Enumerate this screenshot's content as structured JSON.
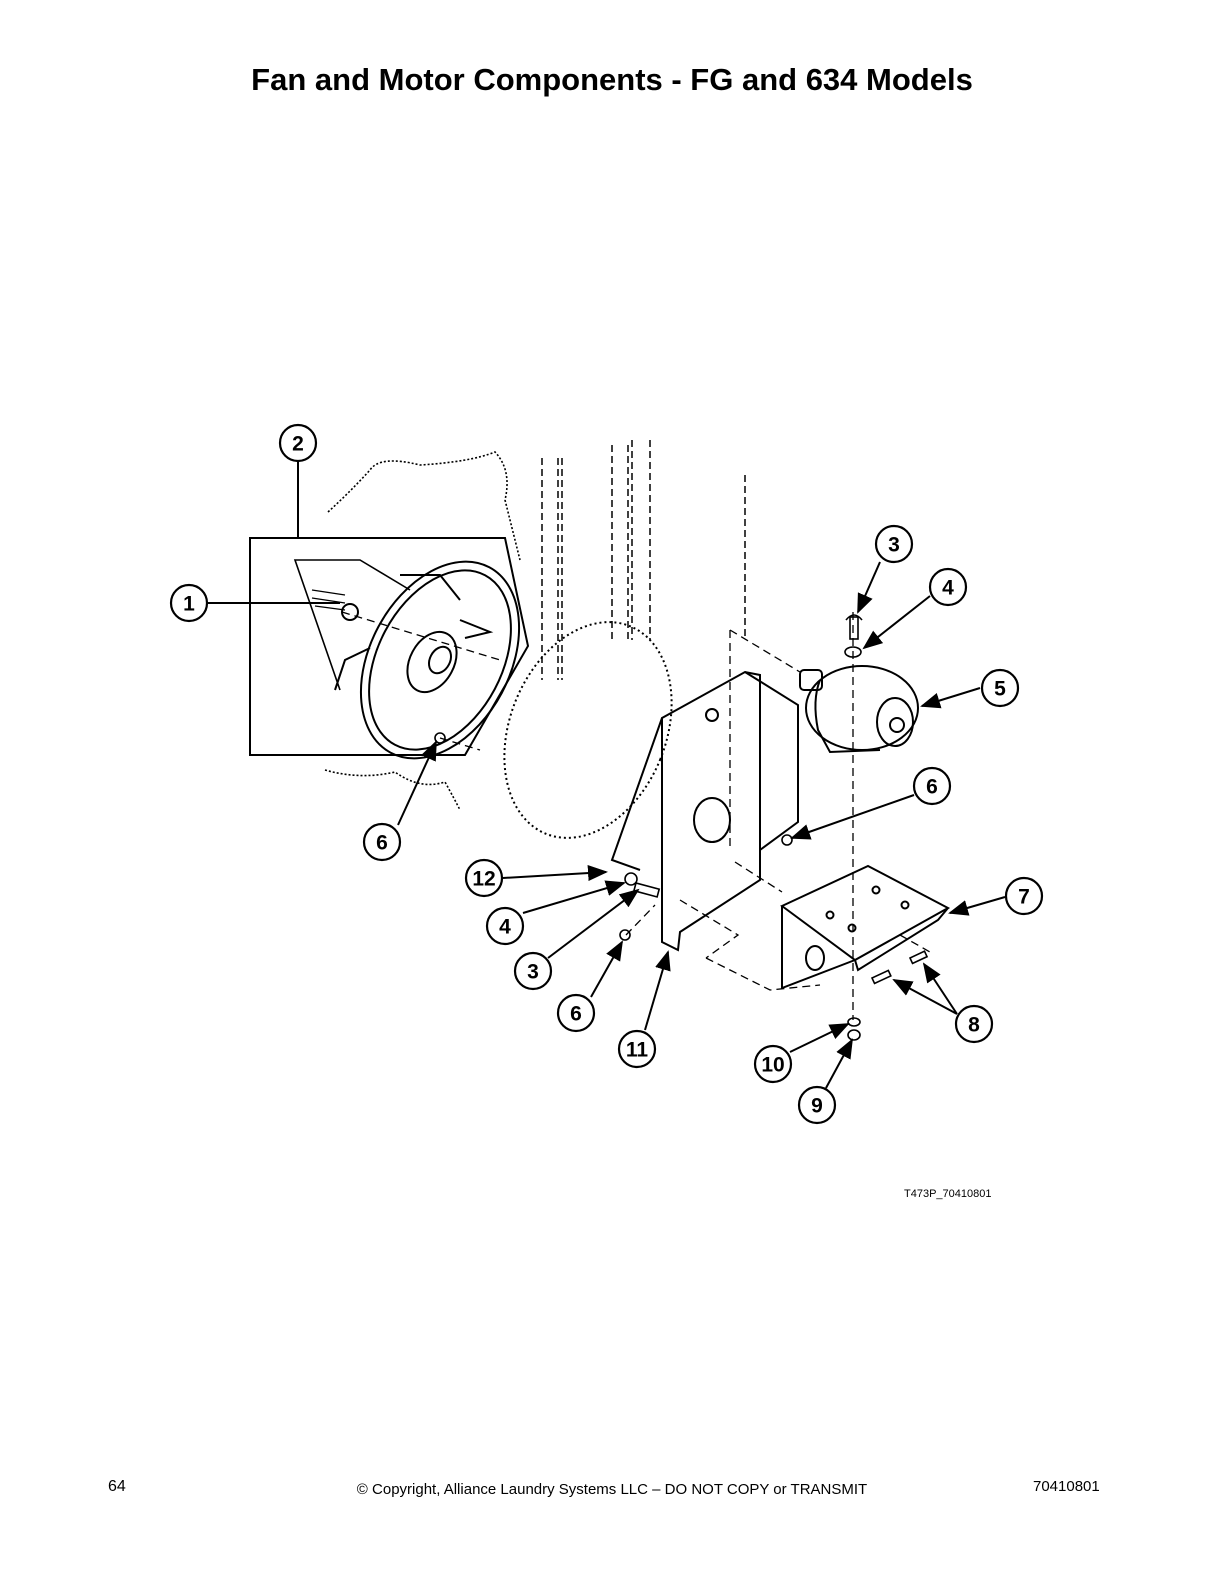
{
  "title": "Fan and Motor Components - FG and 634 Models",
  "callouts": {
    "c1": "1",
    "c2": "2",
    "c3a": "3",
    "c4a": "4",
    "c5": "5",
    "c6a": "6",
    "c6b": "6",
    "c12": "12",
    "c4b": "4",
    "c3b": "3",
    "c6c": "6",
    "c11": "11",
    "c7": "7",
    "c8": "8",
    "c10": "10",
    "c9": "9"
  },
  "figure_id": "T473P_70410801",
  "footer": {
    "page_number": "64",
    "copyright": "© Copyright, Alliance Laundry Systems LLC – DO NOT COPY or TRANSMIT",
    "doc_number": "70410801"
  }
}
